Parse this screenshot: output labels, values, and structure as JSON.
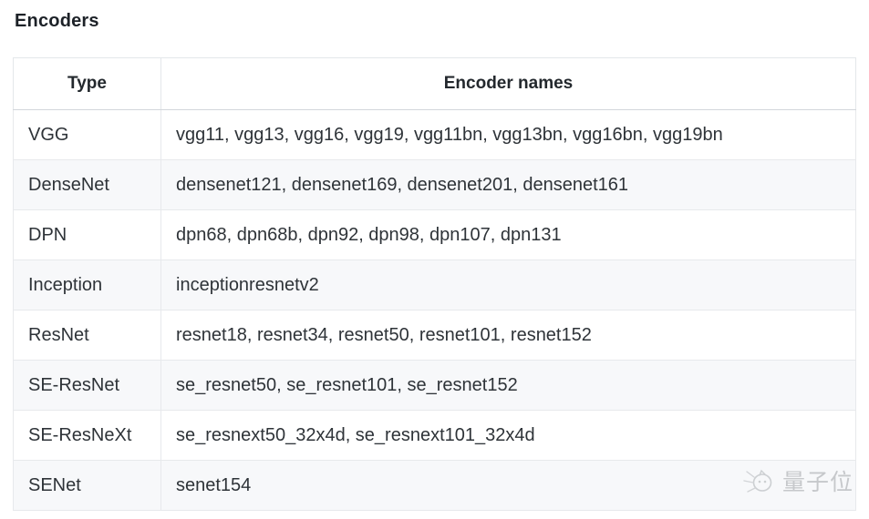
{
  "title": "Encoders",
  "table": {
    "headers": [
      "Type",
      "Encoder names"
    ],
    "rows": [
      {
        "type": "VGG",
        "names": "vgg11, vgg13, vgg16, vgg19, vgg11bn, vgg13bn, vgg16bn, vgg19bn"
      },
      {
        "type": "DenseNet",
        "names": "densenet121, densenet169, densenet201, densenet161"
      },
      {
        "type": "DPN",
        "names": "dpn68, dpn68b, dpn92, dpn98, dpn107, dpn131"
      },
      {
        "type": "Inception",
        "names": "inceptionresnetv2"
      },
      {
        "type": "ResNet",
        "names": "resnet18, resnet34, resnet50, resnet101, resnet152"
      },
      {
        "type": "SE-ResNet",
        "names": "se_resnet50, se_resnet101, se_resnet152"
      },
      {
        "type": "SE-ResNeXt",
        "names": "se_resnext50_32x4d, se_resnext101_32x4d"
      },
      {
        "type": "SENet",
        "names": "senet154"
      }
    ]
  },
  "watermark": {
    "text": "量子位"
  },
  "colors": {
    "stripe_row": "#f7f8fa",
    "border": "#e7e9ec",
    "header_border_bottom": "#d3d7db",
    "text": "#2e3338",
    "watermark": "#c6c8cb"
  }
}
